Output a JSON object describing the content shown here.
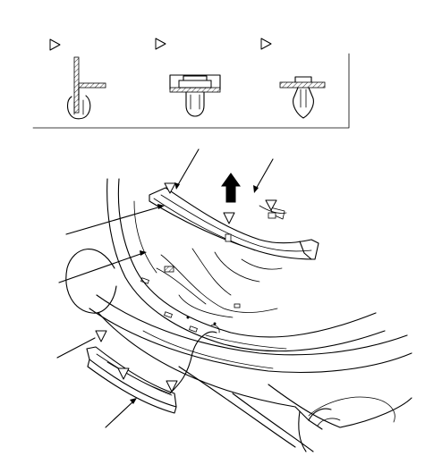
{
  "diagram": {
    "clip_types": [
      "flush-clip",
      "trim-clip",
      "push-clip"
    ],
    "callout_icon": "triangle-marker-icon",
    "removal_arrow_icon": "up-arrow-icon"
  }
}
